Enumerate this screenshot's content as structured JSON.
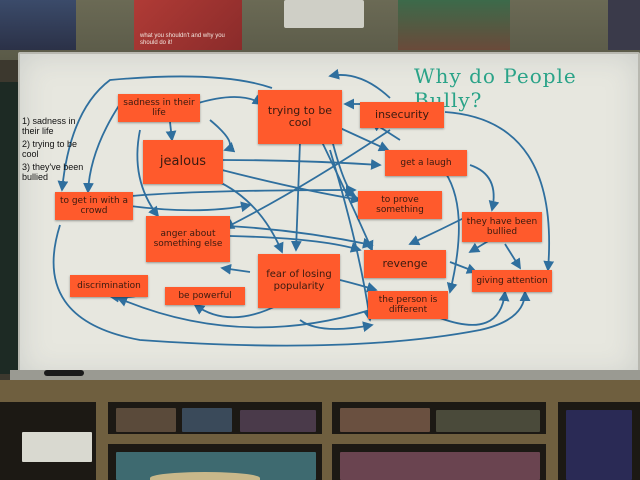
{
  "board": {
    "title": "Why do People Bully?",
    "reasons": [
      "1) sadness in their life",
      "2) trying to be cool",
      "3) they've been bullied"
    ]
  },
  "notes": [
    {
      "id": "sadness",
      "label": "sadness in their life"
    },
    {
      "id": "trying-cool",
      "label": "trying to be cool"
    },
    {
      "id": "insecurity",
      "label": "insecurity"
    },
    {
      "id": "jealous",
      "label": "jealous"
    },
    {
      "id": "get-laugh",
      "label": "get a laugh"
    },
    {
      "id": "get-in-crowd",
      "label": "to get in with a crowd"
    },
    {
      "id": "prove",
      "label": "to prove something"
    },
    {
      "id": "anger",
      "label": "anger about something else"
    },
    {
      "id": "been-bullied",
      "label": "they have been bullied"
    },
    {
      "id": "revenge",
      "label": "revenge"
    },
    {
      "id": "fear-popularity",
      "label": "fear of losing popularity"
    },
    {
      "id": "discrimination",
      "label": "discrimination"
    },
    {
      "id": "be-powerful",
      "label": "be powerful"
    },
    {
      "id": "different",
      "label": "the person is different"
    },
    {
      "id": "giving-attention",
      "label": "giving attention"
    }
  ],
  "posters": [
    {
      "caption": "what you shouldn't and why you should do it!"
    }
  ],
  "colors": {
    "note": "#ff5a2c",
    "board": "#e7e7df",
    "arrow": "#2f6f9e",
    "title": "#2aa388"
  }
}
